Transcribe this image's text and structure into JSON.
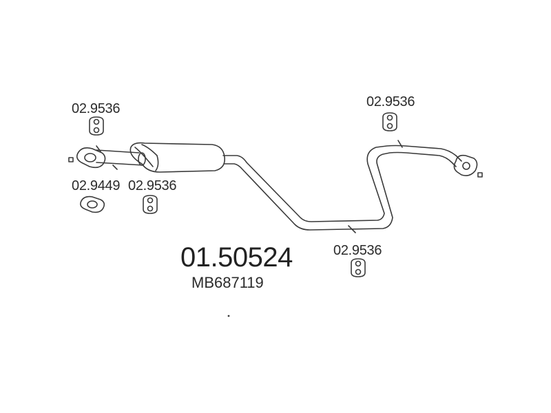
{
  "diagram": {
    "part_number": "01.50524",
    "oem_number": "MB687119",
    "callouts": {
      "hanger_top_left": "02.9536",
      "gasket_left": "02.9449",
      "hanger_bottom_left": "02.9536",
      "hanger_top_right": "02.9536",
      "hanger_bottom_right": "02.9536"
    },
    "colors": {
      "line": "#3a3a3a",
      "text": "#2b2b2b",
      "background": "#ffffff"
    }
  }
}
